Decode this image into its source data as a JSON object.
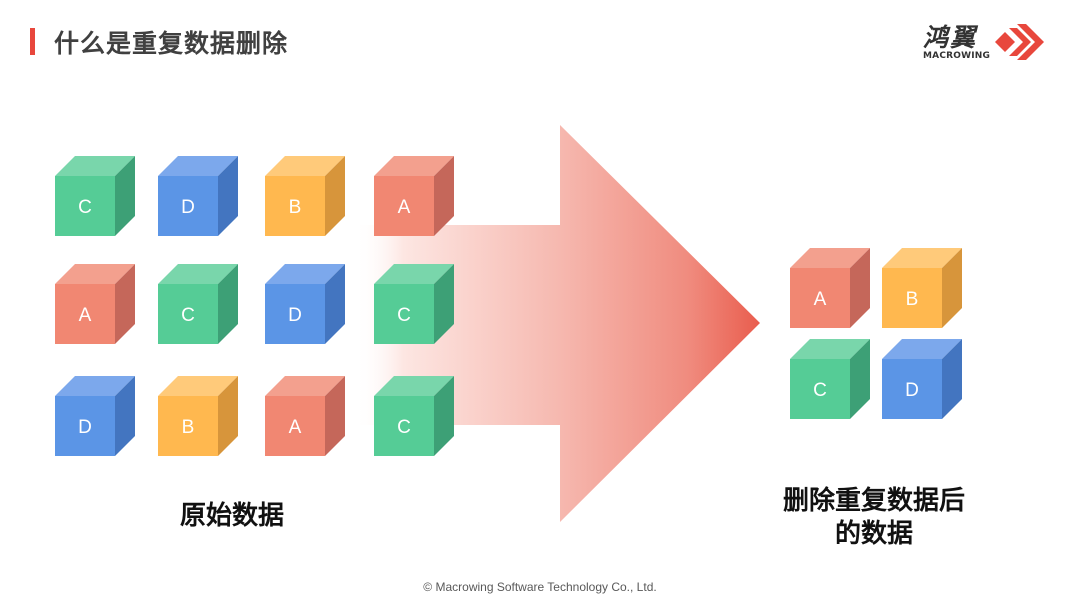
{
  "slide": {
    "title": "什么是重复数据删除",
    "footer": "© Macrowing Software Technology Co., Ltd."
  },
  "logo": {
    "name_cn": "鸿翼",
    "name_en": "MACROWING",
    "mark": "chevron-diamond-logo-icon"
  },
  "colors": {
    "accent": "#e8473c",
    "C": {
      "front": "#55cc96",
      "top": "#79d6ab",
      "side": "#3da076"
    },
    "D": {
      "front": "#5b95e6",
      "top": "#7ca8ec",
      "side": "#4375c0"
    },
    "B": {
      "front": "#ffb84f",
      "top": "#ffca7a",
      "side": "#d7953b"
    },
    "A": {
      "front": "#f18772",
      "top": "#f3a08e",
      "side": "#c5675a"
    }
  },
  "original": {
    "label": "原始数据",
    "rows": [
      [
        "C",
        "D",
        "B",
        "A"
      ],
      [
        "A",
        "C",
        "D",
        "C"
      ],
      [
        "D",
        "B",
        "A",
        "C"
      ]
    ]
  },
  "deduplicated": {
    "label_line1": "删除重复数据后",
    "label_line2": "的数据",
    "rows": [
      [
        "A",
        "B"
      ],
      [
        "C",
        "D"
      ]
    ]
  },
  "arrow": {
    "icon": "right-arrow-icon"
  }
}
